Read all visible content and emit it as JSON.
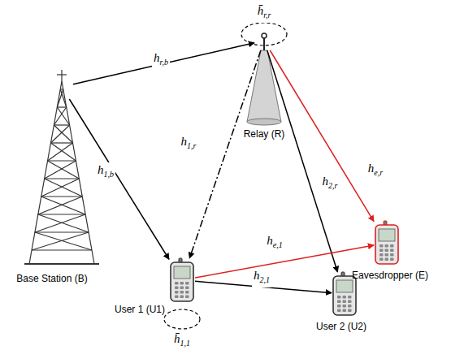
{
  "diagram": {
    "nodes": [
      {
        "text": [
          "Base Station (B)"
        ]
      },
      {
        "text": [
          "Relay (R)"
        ]
      },
      {
        "text": [
          "User 1 (U1)"
        ]
      },
      {
        "text": [
          "User 2 (U2)"
        ]
      },
      {
        "text": [
          "Eavesdropper (E)"
        ]
      }
    ],
    "edges": [
      {
        "from": 0,
        "to": 1,
        "arrow": "to",
        "label": "hr,b"
      },
      {
        "from": 0,
        "to": 2,
        "arrow": "to",
        "label": "h1,b"
      },
      {
        "from": 1,
        "to": 2,
        "arrow": "to",
        "label": "h1,r"
      },
      {
        "from": 1,
        "to": 3,
        "arrow": "to",
        "label": "h2,r"
      },
      {
        "from": 1,
        "to": 4,
        "arrow": "to",
        "label": "he,r"
      },
      {
        "from": 2,
        "to": 4,
        "arrow": "to",
        "label": "he,1"
      },
      {
        "from": 2,
        "to": 3,
        "arrow": "to",
        "label": "h2,1"
      }
    ],
    "labels": [
      "h̄r,r",
      "h̄1,1"
    ]
  }
}
